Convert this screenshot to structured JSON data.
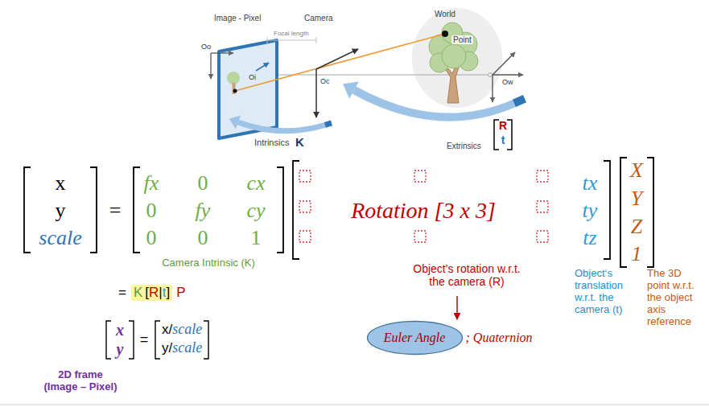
{
  "diagram": {
    "nodes": [
      {
        "text": [
          "Euler Angle"
        ]
      }
    ],
    "labels": [
      "Image - Pixel",
      "Camera",
      "World",
      "Focal length",
      "Point",
      "Oo",
      "Oi",
      "Oc",
      "Ow",
      "Intrinsics",
      "K",
      "Extrinsics",
      "R",
      "t",
      "x",
      "y",
      "scale",
      "=",
      "fx",
      "0",
      "cx",
      "0",
      "fy",
      "cy",
      "0",
      "0",
      "1",
      "Rotation [3 x 3]",
      "tx",
      "ty",
      "tz",
      "X",
      "Y",
      "Z",
      "1",
      "Camera Intrinsic (K)",
      "=",
      "K",
      "[",
      "R",
      "|",
      "t",
      "]",
      "P",
      "Object's rotation w.r.t. the camera (R)",
      "; Quaternion",
      "Object‘s translation w.r.t. the camera (t)",
      "The 3D point w.r.t. the object axis reference",
      "x",
      "y",
      "=",
      "x/",
      "scale",
      "y/",
      "scale",
      "2D frame (Image – Pixel)"
    ]
  }
}
